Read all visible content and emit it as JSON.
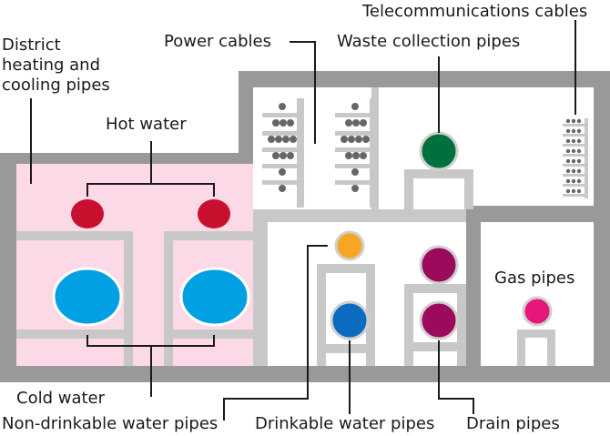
{
  "labels": {
    "telecom": "Telecommunications cables",
    "power": "Power cables",
    "waste": "Waste collection pipes",
    "district_1": "District",
    "district_2": "heating and",
    "district_3": "cooling pipes",
    "hot_water": "Hot water",
    "gas": "Gas pipes",
    "cold_water": "Cold water",
    "non_drinkable": "Non-drinkable water pipes",
    "drinkable": "Drinkable water pipes",
    "drain": "Drain pipes"
  },
  "colors": {
    "tunnel_wall": "#999999",
    "shelf": "#c8c8c8",
    "district_bg": "#fbd9e6",
    "hot_water": "#c8102e",
    "cold_water": "#00a0e3",
    "waste": "#00703c",
    "non_drinkable": "#f5a623",
    "drinkable": "#0a6bbf",
    "drain": "#9b0a5c",
    "gas": "#e6177a",
    "cable": "#666666"
  }
}
